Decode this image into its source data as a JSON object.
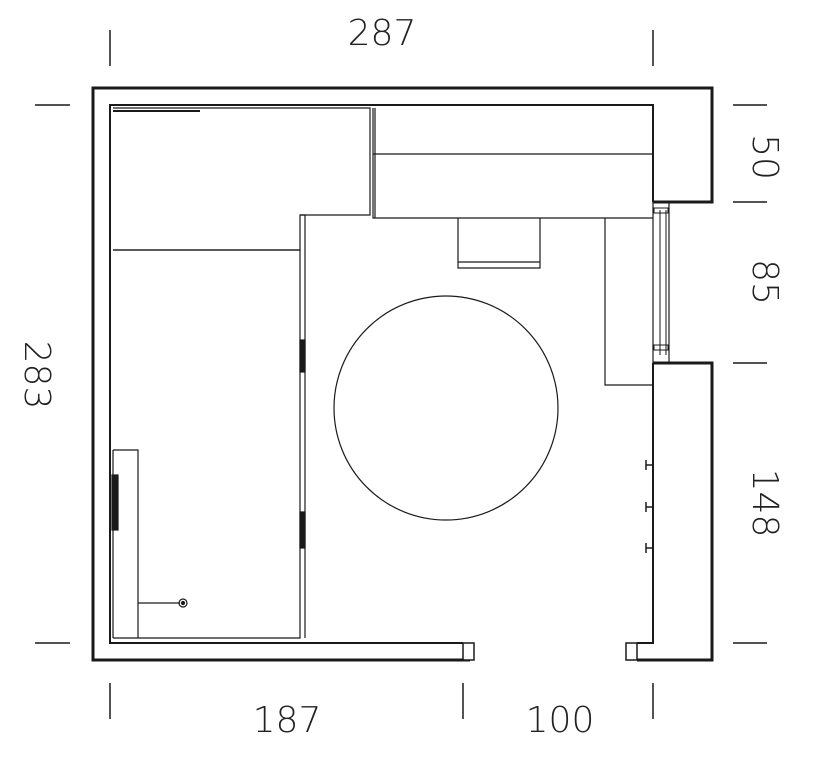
{
  "dimensions": {
    "top_width": "287",
    "left_height": "283",
    "right_upper": "50",
    "right_middle": "85",
    "right_lower": "148",
    "bottom_left": "187",
    "bottom_right": "100"
  },
  "colors": {
    "line": "#1a1a1a",
    "text": "#222222",
    "background": "#ffffff"
  }
}
